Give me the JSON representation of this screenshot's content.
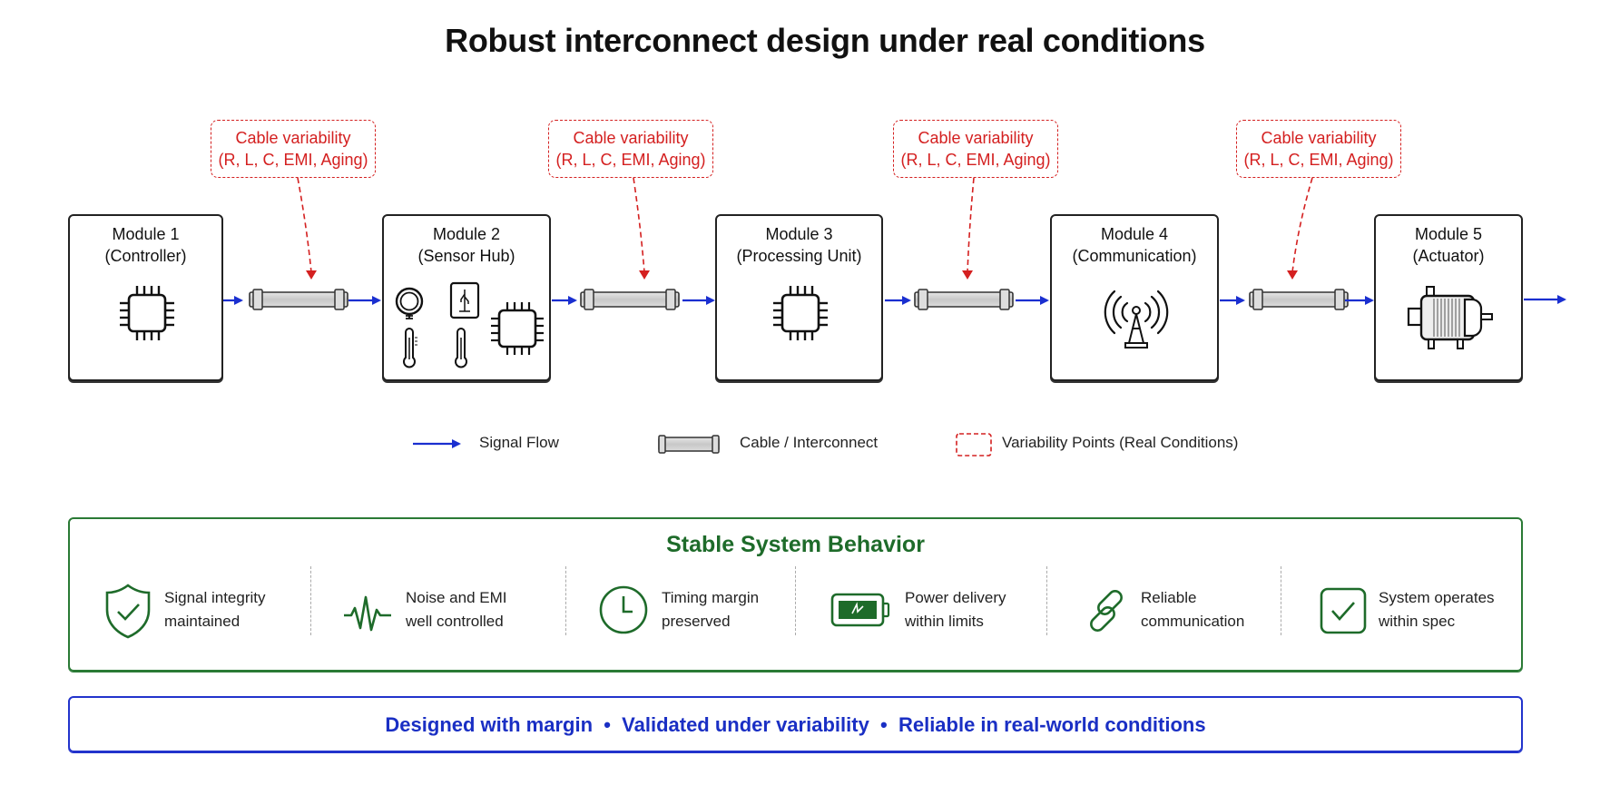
{
  "title": "Robust interconnect design under real conditions",
  "colors": {
    "signal_blue": "#1a2fd0",
    "variability_red": "#d42020",
    "stable_green": "#1e6b2a",
    "motto_blue": "#1a2fc4"
  },
  "modules": [
    {
      "name": "Module 1",
      "role": "(Controller)",
      "icon": "chip-icon"
    },
    {
      "name": "Module 2",
      "role": "(Sensor Hub)",
      "icon": "sensor-cluster-icon"
    },
    {
      "name": "Module 3",
      "role": "(Processing Unit)",
      "icon": "chip-icon"
    },
    {
      "name": "Module 4",
      "role": "(Communication)",
      "icon": "antenna-icon"
    },
    {
      "name": "Module 5",
      "role": "(Actuator)",
      "icon": "motor-icon"
    }
  ],
  "variability_callouts": [
    {
      "line1": "Cable variability",
      "line2": "(R, L, C, EMI, Aging)"
    },
    {
      "line1": "Cable variability",
      "line2": "(R, L, C, EMI, Aging)"
    },
    {
      "line1": "Cable variability",
      "line2": "(R, L, C, EMI, Aging)"
    },
    {
      "line1": "Cable variability",
      "line2": "(R, L, C, EMI, Aging)"
    }
  ],
  "legend": {
    "signal_flow": "Signal Flow",
    "cable": "Cable / Interconnect",
    "variability": "Variability Points (Real Conditions)"
  },
  "stable": {
    "title": "Stable System Behavior",
    "features": [
      {
        "icon": "shield-check-icon",
        "line1": "Signal integrity",
        "line2": "maintained"
      },
      {
        "icon": "waveform-icon",
        "line1": "Noise and EMI",
        "line2": "well controlled"
      },
      {
        "icon": "clock-icon",
        "line1": "Timing margin",
        "line2": "preserved"
      },
      {
        "icon": "battery-icon",
        "line1": "Power delivery",
        "line2": "within limits"
      },
      {
        "icon": "link-icon",
        "line1": "Reliable",
        "line2": "communication"
      },
      {
        "icon": "checkbox-icon",
        "line1": "System operates",
        "line2": "within spec"
      }
    ]
  },
  "motto": "Designed with margin  •  Validated under variability  •  Reliable in real-world conditions"
}
